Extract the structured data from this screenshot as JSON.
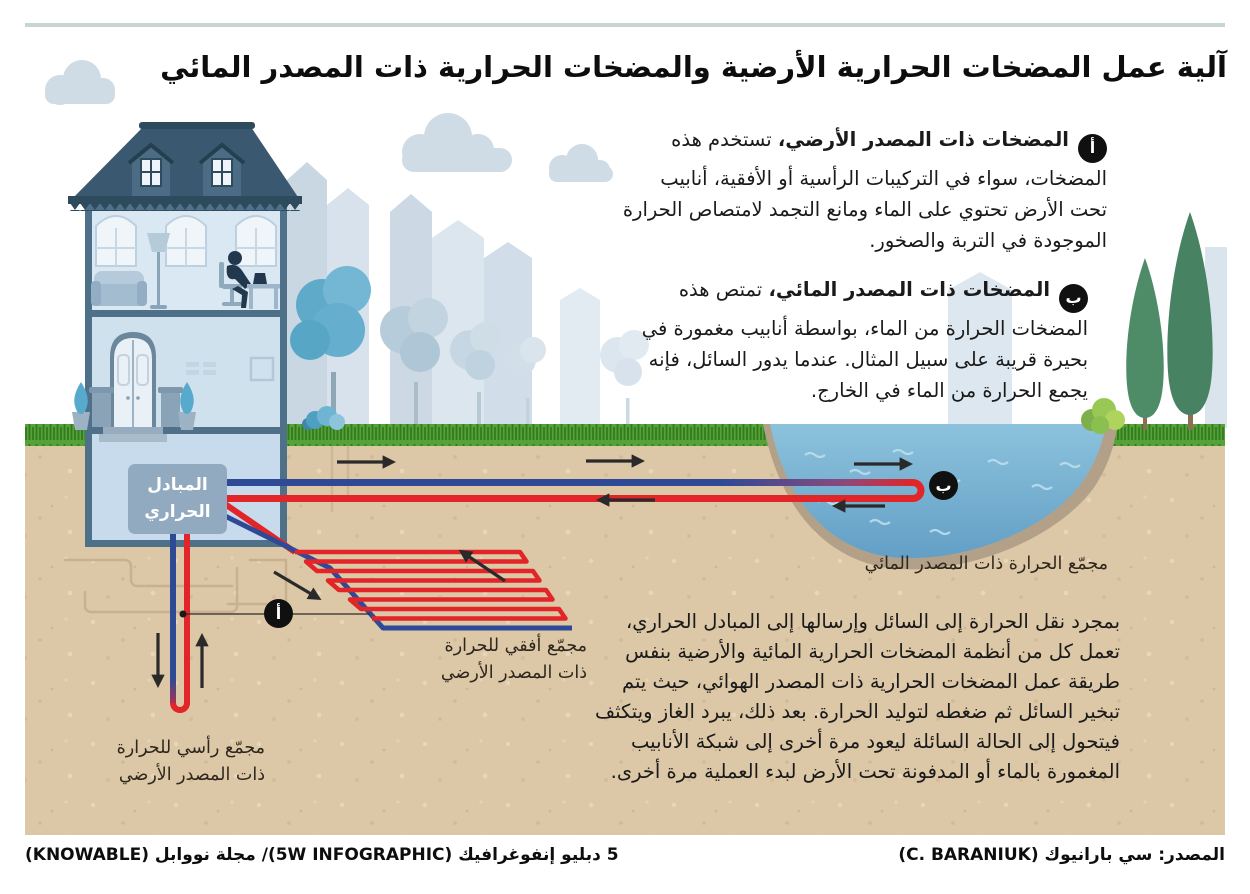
{
  "header": {
    "title": "آلية عمل المضخات الحرارية الأرضية والمضخات الحرارية ذات المصدر المائي"
  },
  "sections": {
    "ground_source": {
      "marker": "أ",
      "lead": "المضخات ذات المصدر الأرضي،",
      "body": " تستخدم هذه المضخات، سواء في التركيبات الرأسية أو الأفقية، أنابيب تحت الأرض تحتوي على الماء ومانع التجمد لامتصاص الحرارة الموجودة في التربة والصخور."
    },
    "water_source": {
      "marker": "ب",
      "lead": "المضخات ذات المصدر المائي،",
      "body": " تمتص هذه المضخات الحرارة من الماء، بواسطة أنابيب مغمورة في بحيرة قريبة على سبيل المثال. عندما يدور السائل، فإنه يجمع الحرارة من الماء في الخارج."
    },
    "process": {
      "body": "بمجرد نقل الحرارة إلى السائل وإرسالها إلى المبادل الحراري، تعمل كل من أنظمة المضخات الحرارية المائية والأرضية بنفس طريقة عمل المضخات الحرارية ذات المصدر الهوائي، حيث يتم تبخير السائل ثم ضغطه لتوليد الحرارة. بعد ذلك، يبرد الغاز ويتكثف فيتحول إلى الحالة السائلة ليعود مرة أخرى إلى شبكة الأنابيب المغمورة بالماء أو المدفونة تحت الأرض لبدء العملية مرة أخرى."
    }
  },
  "diagram": {
    "heat_exchanger": {
      "line1": "المبادل",
      "line2": "الحراري"
    },
    "labels": {
      "water_collector": "مجمّع الحرارة ذات المصدر المائي",
      "horizontal_line1": "مجمّع أفقي للحرارة",
      "horizontal_line2": "ذات المصدر الأرضي",
      "vertical_line1": "مجمّع رأسي للحرارة",
      "vertical_line2": "ذات المصدر الأرضي"
    }
  },
  "footer": {
    "credit": "5 دبليو إنفوغرافيك (5W INFOGRAPHIC)/ مجلة نووابل (KNOWABLE)",
    "source": "المصدر: سي بارانيوك (C. BARANIUK)"
  },
  "colors": {
    "pipe_red": "#e22528",
    "pipe_blue": "#2e4a96",
    "water": "#7db7d6",
    "ground": "#dcc7a6",
    "grass": "#55a238",
    "roof": "#3a5970",
    "marker_bg": "#101010",
    "top_rule": "#c9d5d0"
  }
}
